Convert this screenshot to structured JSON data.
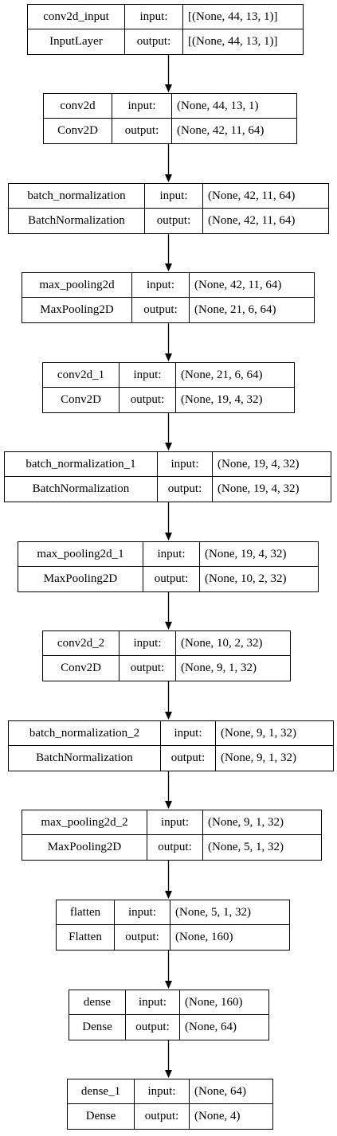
{
  "layers": [
    {
      "name": "conv2d_input",
      "type": "InputLayer",
      "input": "[(None, 44, 13, 1)]",
      "output": "[(None, 44, 13, 1)]"
    },
    {
      "name": "conv2d",
      "type": "Conv2D",
      "input": "(None, 44, 13, 1)",
      "output": "(None, 42, 11, 64)"
    },
    {
      "name": "batch_normalization",
      "type": "BatchNormalization",
      "input": "(None, 42, 11, 64)",
      "output": "(None, 42, 11, 64)"
    },
    {
      "name": "max_pooling2d",
      "type": "MaxPooling2D",
      "input": "(None, 42, 11, 64)",
      "output": "(None, 21, 6, 64)"
    },
    {
      "name": "conv2d_1",
      "type": "Conv2D",
      "input": "(None, 21, 6, 64)",
      "output": "(None, 19, 4, 32)"
    },
    {
      "name": "batch_normalization_1",
      "type": "BatchNormalization",
      "input": "(None, 19, 4, 32)",
      "output": "(None, 19, 4, 32)"
    },
    {
      "name": "max_pooling2d_1",
      "type": "MaxPooling2D",
      "input": "(None, 19, 4, 32)",
      "output": "(None, 10, 2, 32)"
    },
    {
      "name": "conv2d_2",
      "type": "Conv2D",
      "input": "(None, 10, 2, 32)",
      "output": "(None, 9, 1, 32)"
    },
    {
      "name": "batch_normalization_2",
      "type": "BatchNormalization",
      "input": "(None, 9, 1, 32)",
      "output": "(None, 9, 1, 32)"
    },
    {
      "name": "max_pooling2d_2",
      "type": "MaxPooling2D",
      "input": "(None, 9, 1, 32)",
      "output": "(None, 5, 1, 32)"
    },
    {
      "name": "flatten",
      "type": "Flatten",
      "input": "(None, 5, 1, 32)",
      "output": "(None, 160)"
    },
    {
      "name": "dense",
      "type": "Dense",
      "input": "(None, 160)",
      "output": "(None, 64)"
    },
    {
      "name": "dense_1",
      "type": "Dense",
      "input": "(None, 64)",
      "output": "(None, 4)"
    }
  ],
  "labels": {
    "input": "input:",
    "output": "output:"
  }
}
